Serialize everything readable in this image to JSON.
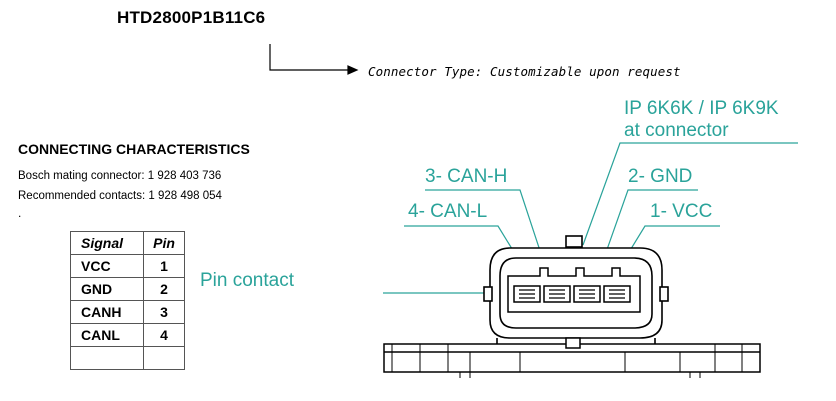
{
  "part_number": "HTD2800P1B11C6",
  "connector_type": "Connector Type: Customizable upon request",
  "connecting_characteristics": {
    "title": "CONNECTING CHARACTERISTICS",
    "mating_connector": "Bosch mating connector: 1 928 403 736",
    "recommended_contacts": "Recommended contacts: 1 928 498 054",
    "dot": "."
  },
  "pin_table": {
    "headers": [
      "Signal",
      "Pin"
    ],
    "rows": [
      {
        "signal": "VCC",
        "pin": "1"
      },
      {
        "signal": "GND",
        "pin": "2"
      },
      {
        "signal": "CANH",
        "pin": "3"
      },
      {
        "signal": "CANL",
        "pin": "4"
      }
    ]
  },
  "diagram_labels": {
    "pin_contact": "Pin contact",
    "ip_rating_line1": "IP 6K6K / IP 6K9K",
    "ip_rating_line2": "at connector",
    "can_h": "3- CAN-H",
    "gnd": "2- GND",
    "can_l": "4- CAN-L",
    "vcc": "1- VCC"
  },
  "colors": {
    "label_teal": "#2aa39a",
    "drawing": "#000000"
  }
}
